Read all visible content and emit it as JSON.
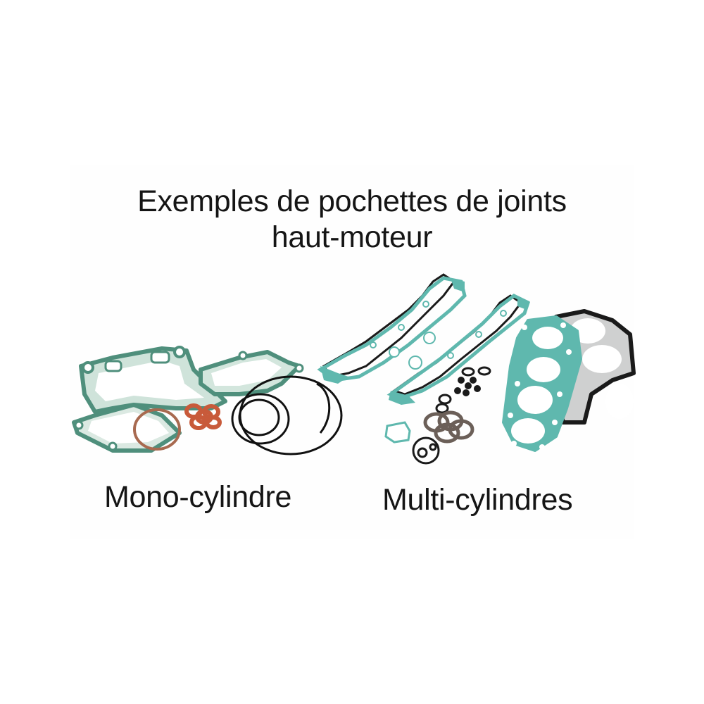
{
  "title": {
    "line1": "Exemples de pochettes de joints",
    "line2": "haut-moteur"
  },
  "sections": [
    {
      "label": "Mono-cylindre",
      "illustration": "single-cylinder-gasket-kit-illustration"
    },
    {
      "label": "Multi-cylindres",
      "illustration": "multi-cylinder-gasket-kit-illustration"
    }
  ],
  "colors": {
    "background": "#ffffff",
    "text": "#151515",
    "gasket_green": "#4f8f7c",
    "gasket_teal": "#5fb8ae",
    "gasket_black": "#1a1a1a",
    "copper_washer": "#c85a3a",
    "copper_ring": "#a86a50",
    "metal_ring": "#6b5f58"
  }
}
